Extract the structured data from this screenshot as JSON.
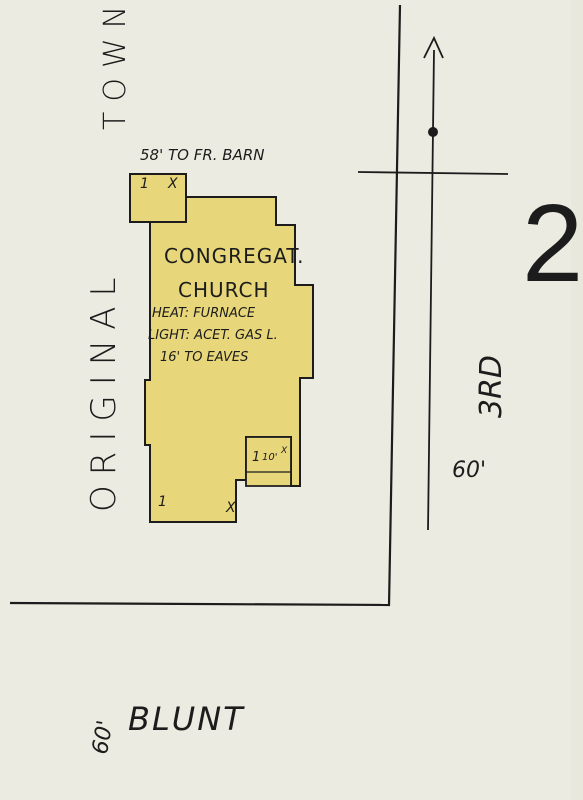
{
  "streets": {
    "left_street": "ORIGINAL",
    "left_street_suffix": "TOWN",
    "bottom_street": "BLUNT",
    "bottom_street_width": "60'",
    "right_street": "3RD",
    "right_street_width": "60'"
  },
  "building": {
    "name_line1": "CONGREGAT.",
    "name_line2": "CHURCH",
    "heat": "HEAT: FURNACE",
    "light": "LIGHT: ACET. GAS L.",
    "height": "16' TO EAVES",
    "story_marks": [
      "1",
      "X",
      "1",
      "X",
      "1",
      "X"
    ],
    "annex_label": "1",
    "annex_height": "10'",
    "annex_mark": "X"
  },
  "barn_note": "58' TO FR. BARN",
  "sheet_number": "2",
  "colors": {
    "paper": "#ecebe1",
    "frame_fill": "#e8d67a",
    "ink": "#1c1c1c"
  }
}
